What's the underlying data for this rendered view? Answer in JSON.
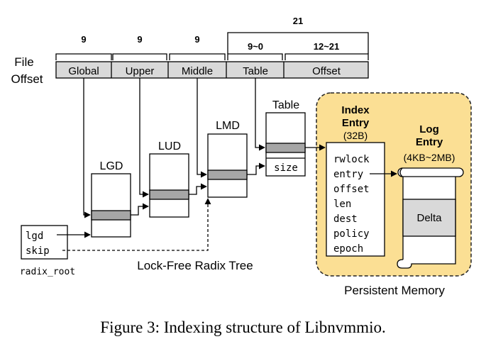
{
  "file_offset": {
    "label_line1": "File",
    "label_line2": "Offset",
    "fields": [
      "Global",
      "Upper",
      "Middle",
      "Table",
      "Offset"
    ],
    "bits": [
      "9",
      "9",
      "9",
      "9~0",
      "12~21"
    ],
    "span_bits": "21"
  },
  "radix_root": {
    "fields": [
      "lgd",
      "skip"
    ],
    "label": "radix_root"
  },
  "levels": {
    "lgd": "LGD",
    "lud": "LUD",
    "lmd": "LMD",
    "table": "Table",
    "table_field": "size"
  },
  "tree_label": "Lock-Free Radix Tree",
  "index_entry": {
    "title_line1": "Index",
    "title_line2": "Entry",
    "size": "(32B)",
    "fields": [
      "rwlock",
      "entry",
      "offset",
      "len",
      "dest",
      "policy",
      "epoch"
    ]
  },
  "log_entry": {
    "title_line1": "Log",
    "title_line2": "Entry",
    "size": "(4KB~2MB)",
    "content": "Delta"
  },
  "pm_label": "Persistent Memory",
  "caption": "Figure 3: Indexing structure of Libnvmmio.",
  "colors": {
    "segment_fill": "#d9d9d9",
    "slot_fill": "#a6a6a6",
    "pm_fill": "#fbdf94",
    "pm_border": "#222222"
  }
}
